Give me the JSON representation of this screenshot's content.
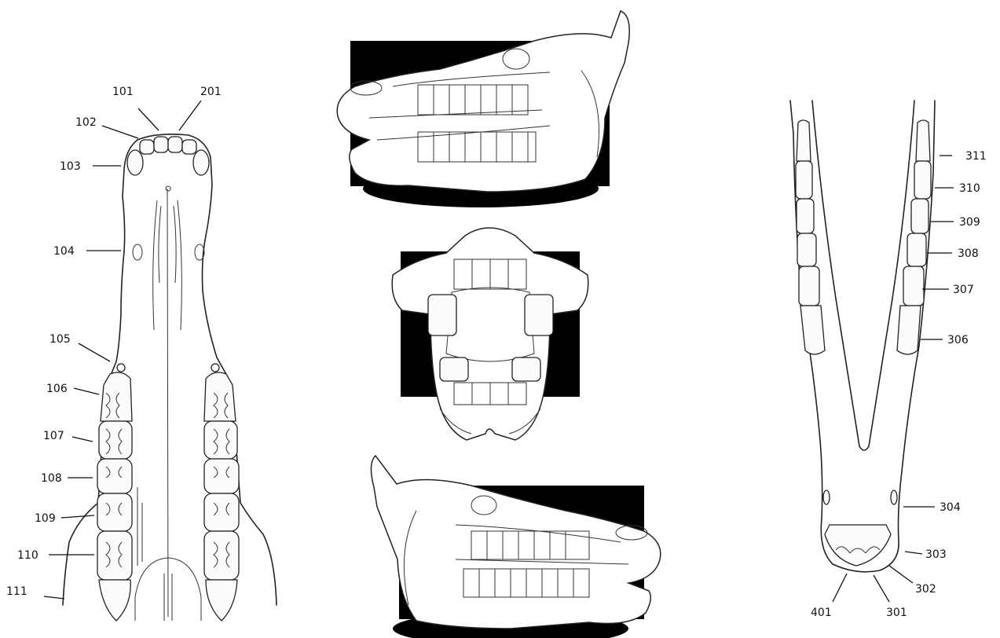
{
  "upper_jaw_labels": [
    "101",
    "201",
    "102",
    "103",
    "104",
    "105",
    "106",
    "107",
    "108",
    "109",
    "110",
    "111"
  ],
  "lower_jaw_labels": [
    "311",
    "310",
    "309",
    "308",
    "307",
    "306",
    "304",
    "303",
    "302",
    "401",
    "301"
  ],
  "colors": {
    "ink": "#222222",
    "shadow": "#000000",
    "background": "#ffffff"
  }
}
